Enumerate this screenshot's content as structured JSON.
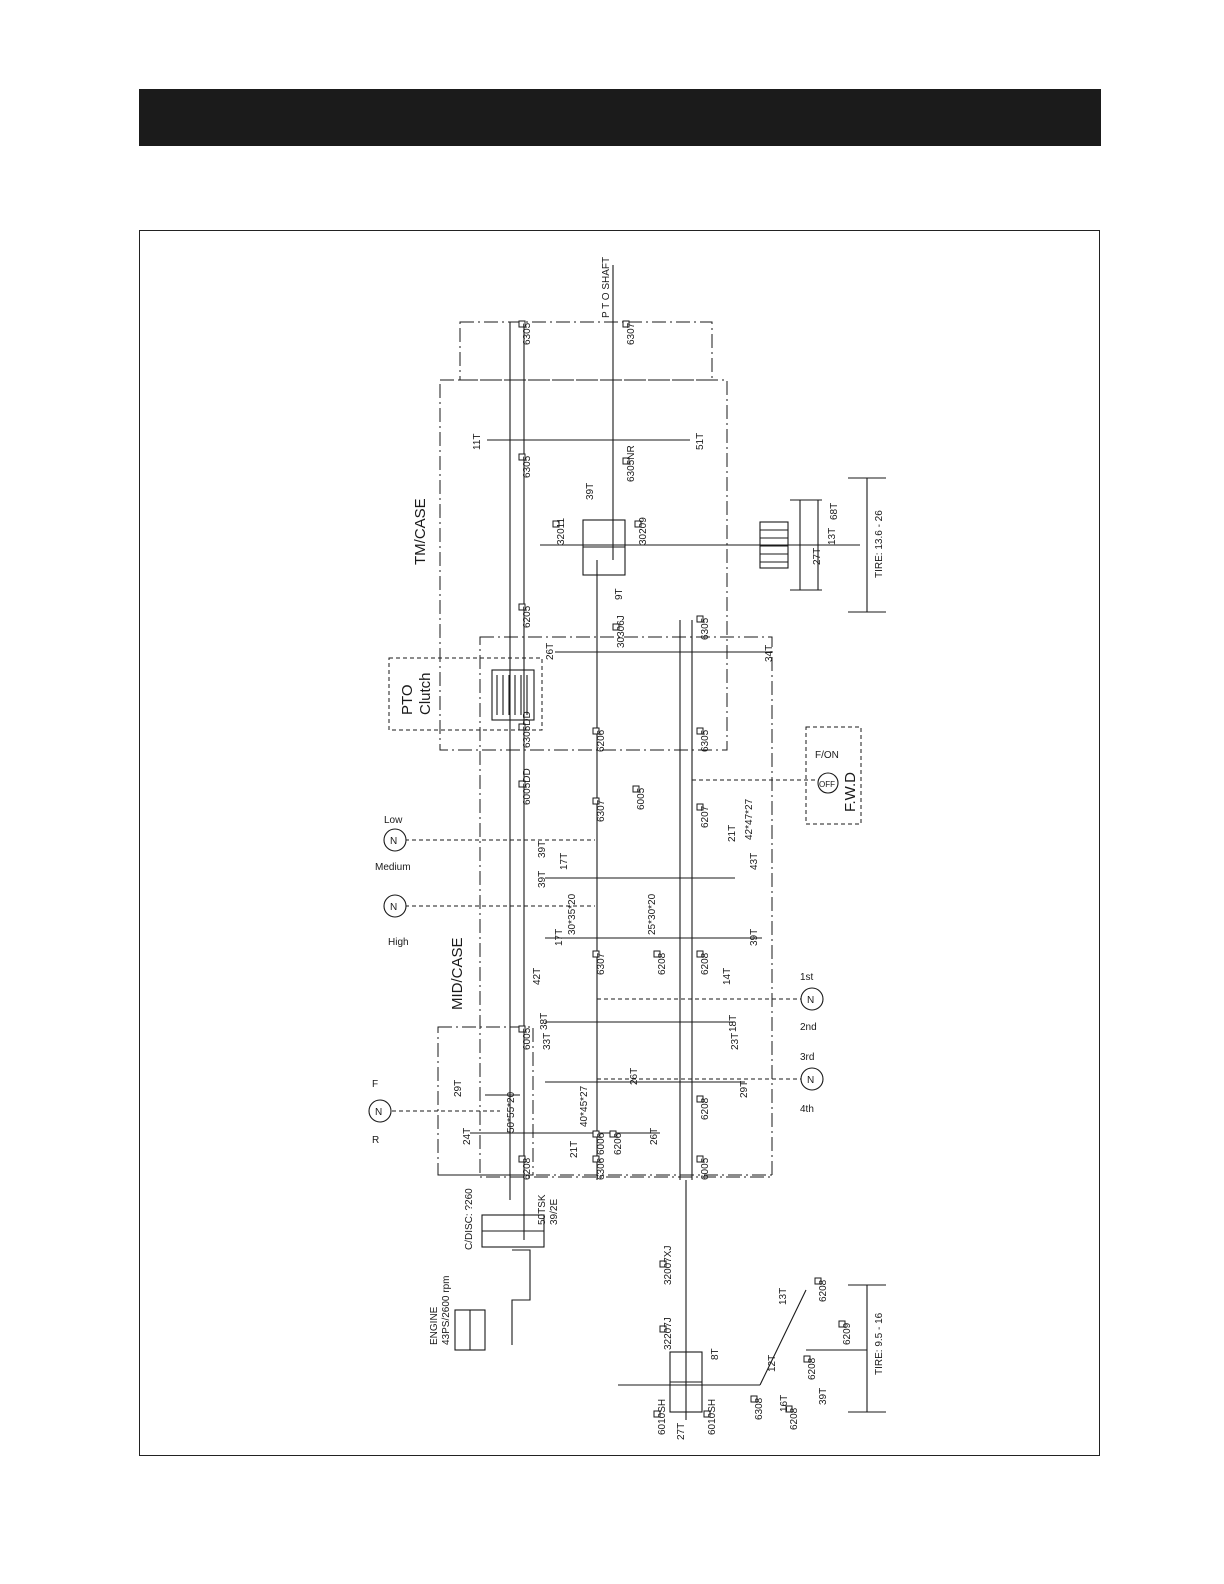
{
  "sections": {
    "tm_case": "TM/CASE",
    "mid_case": "MID/CASE",
    "pto_clutch_line1": "PTO",
    "pto_clutch_line2": "Clutch",
    "fwd": "F.W.D",
    "pto_shaft": "P T O SHAFT"
  },
  "engine": {
    "line1": "ENGINE",
    "line2": "43PS/2600 rpm"
  },
  "clutch": {
    "disc": "C/DISC: ?260",
    "tsk": "50TSK",
    "spline": "39/2E"
  },
  "tires": {
    "rear": "TIRE: 13.6 - 26",
    "front": "TIRE: 9.5 - 16"
  },
  "shift_selectors": {
    "fr": {
      "symbol": "N",
      "left": "R",
      "right": "F"
    },
    "range": {
      "symbol": "N",
      "high": "High",
      "medium": "Medium"
    },
    "low": {
      "symbol": "N",
      "label": "Low"
    },
    "gear12": {
      "symbol": "N",
      "first": "1st",
      "second": "2nd"
    },
    "gear34": {
      "symbol": "N",
      "third": "3rd",
      "fourth": "4th"
    },
    "fwd": {
      "off": "OFF",
      "on": "F/ON"
    }
  },
  "bearings": [
    "6305",
    "6307",
    "6305",
    "6305NR",
    "32011",
    "30209",
    "6205",
    "30306J",
    "6305",
    "6305DD",
    "6206",
    "6305",
    "6005DD",
    "6307",
    "6005",
    "6207",
    "6307",
    "6208",
    "6208",
    "6005",
    "6006",
    "6206",
    "6306",
    "6208",
    "6208",
    "6005",
    "32207J",
    "32007XJ",
    "6010SH",
    "6010SH",
    "6308",
    "6208",
    "6208",
    "6208",
    "6209"
  ],
  "teeth": [
    "11T",
    "51T",
    "39T",
    "9T",
    "27T",
    "13T",
    "68T",
    "26T",
    "34T",
    "39T",
    "17T",
    "39T",
    "21T",
    "43T",
    "17T",
    "39T",
    "42T",
    "14T",
    "38T",
    "33T",
    "18T",
    "23T",
    "29T",
    "26T",
    "29T",
    "24T",
    "21T",
    "26T",
    "27T",
    "8T",
    "13T",
    "12T",
    "16T",
    "39T"
  ],
  "ratios": [
    "42*47*27",
    "30*35*20",
    "25*30*20",
    "40*45*27",
    "50*55*20"
  ]
}
